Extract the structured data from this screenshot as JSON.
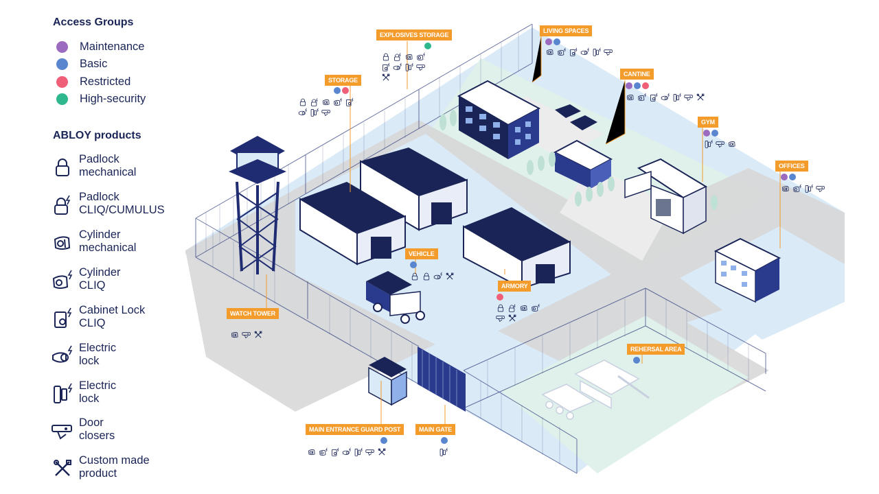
{
  "legend": {
    "groups_title": "Access Groups",
    "groups": [
      {
        "label": "Maintenance",
        "color": "#9b6bbf"
      },
      {
        "label": "Basic",
        "color": "#5a86d0"
      },
      {
        "label": "Restricted",
        "color": "#ef5f78"
      },
      {
        "label": "High-security",
        "color": "#2fb88e"
      }
    ],
    "products_title": "ABLOY products",
    "products": [
      {
        "label": "Padlock\nmechanical",
        "icon": "padlock-icon"
      },
      {
        "label": "Padlock\nCLIQ/CUMULUS",
        "icon": "padlock-cliq-icon"
      },
      {
        "label": "Cylinder\nmechanical",
        "icon": "cylinder-icon"
      },
      {
        "label": "Cylinder\nCLIQ",
        "icon": "cylinder-cliq-icon"
      },
      {
        "label": "Cabinet Lock\nCLIQ",
        "icon": "cabinet-lock-icon"
      },
      {
        "label": "Electric\nlock",
        "icon": "electric-lock-round-icon"
      },
      {
        "label": "Electric\nlock",
        "icon": "electric-lock-rect-icon"
      },
      {
        "label": "Door\nclosers",
        "icon": "door-closer-icon"
      },
      {
        "label": "Custom made\nproduct",
        "icon": "custom-tools-icon"
      }
    ]
  },
  "locations": [
    {
      "key": "explosives",
      "label": "EXPLOSIVES STORAGE",
      "groups": [
        "#2fb88e"
      ]
    },
    {
      "key": "living",
      "label": "LIVING SPACES",
      "groups": [
        "#9b6bbf",
        "#5a86d0"
      ]
    },
    {
      "key": "storage",
      "label": "STORAGE",
      "groups": [
        "#5a86d0",
        "#ef5f78"
      ]
    },
    {
      "key": "cantine",
      "label": "CANTINE",
      "groups": [
        "#9b6bbf",
        "#5a86d0",
        "#ef5f78"
      ]
    },
    {
      "key": "gym",
      "label": "GYM",
      "groups": [
        "#9b6bbf",
        "#5a86d0"
      ]
    },
    {
      "key": "offices",
      "label": "OFFICES",
      "groups": [
        "#9b6bbf",
        "#5a86d0"
      ]
    },
    {
      "key": "vehicle",
      "label": "VEHICLE",
      "groups": [
        "#5a86d0"
      ]
    },
    {
      "key": "armory",
      "label": "ARMORY",
      "groups": [
        "#ef5f78"
      ]
    },
    {
      "key": "watchtower",
      "label": "WATCH TOWER",
      "groups": []
    },
    {
      "key": "rehersal",
      "label": "REHERSAL AREA",
      "groups": [
        "#5a86d0"
      ]
    },
    {
      "key": "guardpost",
      "label": "MAIN ENTRANCE GUARD POST",
      "groups": [
        "#5a86d0"
      ]
    },
    {
      "key": "maingate",
      "label": "MAIN GATE",
      "groups": [
        "#5a86d0"
      ]
    }
  ],
  "colors": {
    "accent": "#f39b2b",
    "navy": "#1a2456",
    "ground_blue": "#dbeaf7",
    "ground_green": "#dff1ea",
    "road": "#d7d7d7"
  }
}
